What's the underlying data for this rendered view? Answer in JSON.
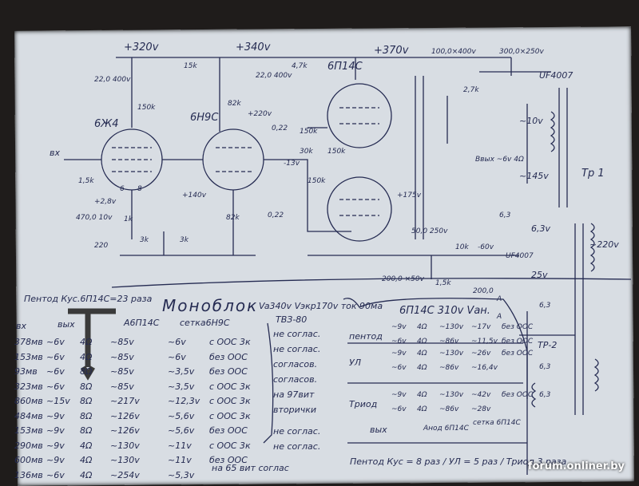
{
  "schematic": {
    "rails": [
      "+320v",
      "+340v",
      "+370v"
    ],
    "tubes": [
      "6Ж4",
      "6Н9С",
      "6П14С"
    ],
    "input_label": "вх",
    "components": {
      "c1": "22,0 400v",
      "c2": "22,0 400v",
      "r_15k": "15k",
      "r_47k": "4,7k",
      "c_100": "100,0×400v",
      "c_300": "300,0×250v",
      "diode1": "UF4007",
      "r_150k": "150k",
      "r_82k": "82k",
      "r_27k": "2,7k",
      "v_220": "+220v",
      "c_022a": "0,22",
      "c_022b": "0,22",
      "r_150k_2": "150k",
      "r_30k": "30k",
      "r_150k_3": "150k",
      "r_150k_4": "150k",
      "v_13": "-13v",
      "r_1_5k": "1,5k",
      "v_28": "+2,8v",
      "c_470": "470,0 10v",
      "r_1k": "1k",
      "r_220": "220",
      "r_3k_a": "3k",
      "r_3k_b": "3k",
      "v_140": "+140v",
      "r_82k_2": "82k",
      "v_175": "+175v",
      "c_50": "50,0 250v",
      "speaker": "Bвых ~6v 4Ω",
      "v_10": "~10v",
      "v_145": "~145v",
      "tr1": "Тр 1",
      "v_63": "6,3v",
      "v_220ac": "~220v",
      "r_10k": "10k",
      "v_60": "-60v",
      "diode2": "UF4007",
      "c_200a": "200,0 ×50v",
      "r_15k_2": "1,5k",
      "c_200b": "200,0",
      "v_25": "25v",
      "tr2": "ТР-2",
      "f63a": "6,3",
      "f63b": "6,3",
      "f63c": "6,3",
      "f63d": "6,3",
      "anode_a": "A",
      "anode_b": "A",
      "pin6": "6",
      "pin8": "8"
    }
  },
  "notes": {
    "gain_pentode": "Пентод Кус.6П14С=23 раза",
    "title": "Моноблок",
    "header_specs": "Va340v Vэкр170v ток 90ма",
    "tvz": "ТВЗ-80",
    "col_headers": [
      "вх",
      "вых",
      "A6П14С",
      "сетка6Н9С"
    ],
    "rows": [
      [
        "378мв",
        "~6v",
        "4Ω",
        "~85v",
        "~6v",
        "с ООС 3к"
      ],
      [
        "153мв",
        "~6v",
        "4Ω",
        "~85v",
        "~6v",
        "без ООС"
      ],
      [
        "93мв",
        "~6v",
        "8Ω",
        "~85v",
        "~3,5v",
        "без ООС"
      ],
      [
        "323мв",
        "~6v",
        "8Ω",
        "~85v",
        "~3,5v",
        "с ООС 3к"
      ],
      [
        "860мв",
        "~15v",
        "8Ω",
        "~217v",
        "~12,3v",
        "с ООС 3к"
      ],
      [
        "484мв",
        "~9v",
        "8Ω",
        "~126v",
        "~5,6v",
        "с ООС 3к"
      ],
      [
        "153мв",
        "~9v",
        "8Ω",
        "~126v",
        "~5,6v",
        "без ООС"
      ],
      [
        "290мв",
        "~9v",
        "4Ω",
        "~130v",
        "~11v",
        "с ООС 3к"
      ],
      [
        "600мв",
        "~9v",
        "4Ω",
        "~130v",
        "~11v",
        "без ООС"
      ],
      [
        "136мв",
        "~6v",
        "4Ω",
        "~254v",
        "~5,3v",
        ""
      ]
    ],
    "remarks": [
      "не соглас.",
      "не соглас.",
      "согласов.",
      "согласов.",
      "на 97вит",
      "вторички",
      "не соглас.",
      "не соглас."
    ],
    "footer_remark": "на 65 вит  соглас",
    "box_title": "6П14С 310v Vан.",
    "box": {
      "pentode_label": "пентод",
      "pentode_rows": [
        [
          "~9v",
          "4Ω",
          "~130v",
          "~17v",
          "без ООС"
        ],
        [
          "~6v",
          "4Ω",
          "~86v",
          "~11,5v",
          "без ООС"
        ]
      ],
      "ul_label": "УЛ",
      "ul_rows": [
        [
          "~9v",
          "4Ω",
          "~130v",
          "~26v",
          "без ООС"
        ],
        [
          "~6v",
          "4Ω",
          "~86v",
          "~16,4v",
          ""
        ]
      ],
      "triode_label": "Триод",
      "triode_rows": [
        [
          "~9v",
          "4Ω",
          "~130v",
          "~42v",
          "без ООС"
        ],
        [
          "~6v",
          "4Ω",
          "~86v",
          "~28v",
          ""
        ]
      ],
      "arrows": [
        "вых",
        "Анод 6П14С",
        "сетка 6П14С"
      ],
      "summary": "Пентод Кус = 8 раз / УЛ = 5 раз / Триод 3 раза"
    }
  },
  "watermark": "forum.onliner.by",
  "colors": {
    "ink": "#252b52",
    "paper": "#d8dde3",
    "background": "#1f1c1b"
  }
}
